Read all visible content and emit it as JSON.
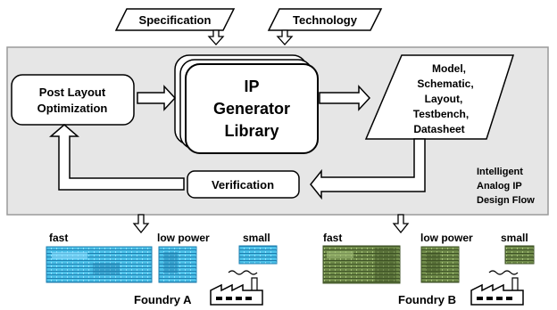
{
  "inputs": {
    "specification": "Specification",
    "technology": "Technology"
  },
  "ip_generator": {
    "line1": "IP",
    "line2": "Generator",
    "line3": "Library"
  },
  "post_layout": {
    "line1": "Post Layout",
    "line2": "Optimization"
  },
  "outputs": {
    "line1": "Model,",
    "line2": "Schematic,",
    "line3": "Layout,",
    "line4": "Testbench,",
    "line5": "Datasheet"
  },
  "verification": "Verification",
  "flow_title": {
    "line1": "Intelligent",
    "line2": "Analog IP",
    "line3": "Design Flow"
  },
  "foundry_a": {
    "name": "Foundry A",
    "labels": {
      "fast": "fast",
      "low_power": "low power",
      "small": "small"
    },
    "color": "#4cc0e8"
  },
  "foundry_b": {
    "name": "Foundry B",
    "labels": {
      "fast": "fast",
      "low_power": "low power",
      "small": "small"
    },
    "color": "#6f8a4a"
  },
  "colors": {
    "panel": "#e6e6e6",
    "panel_border": "#9a9a9a"
  }
}
